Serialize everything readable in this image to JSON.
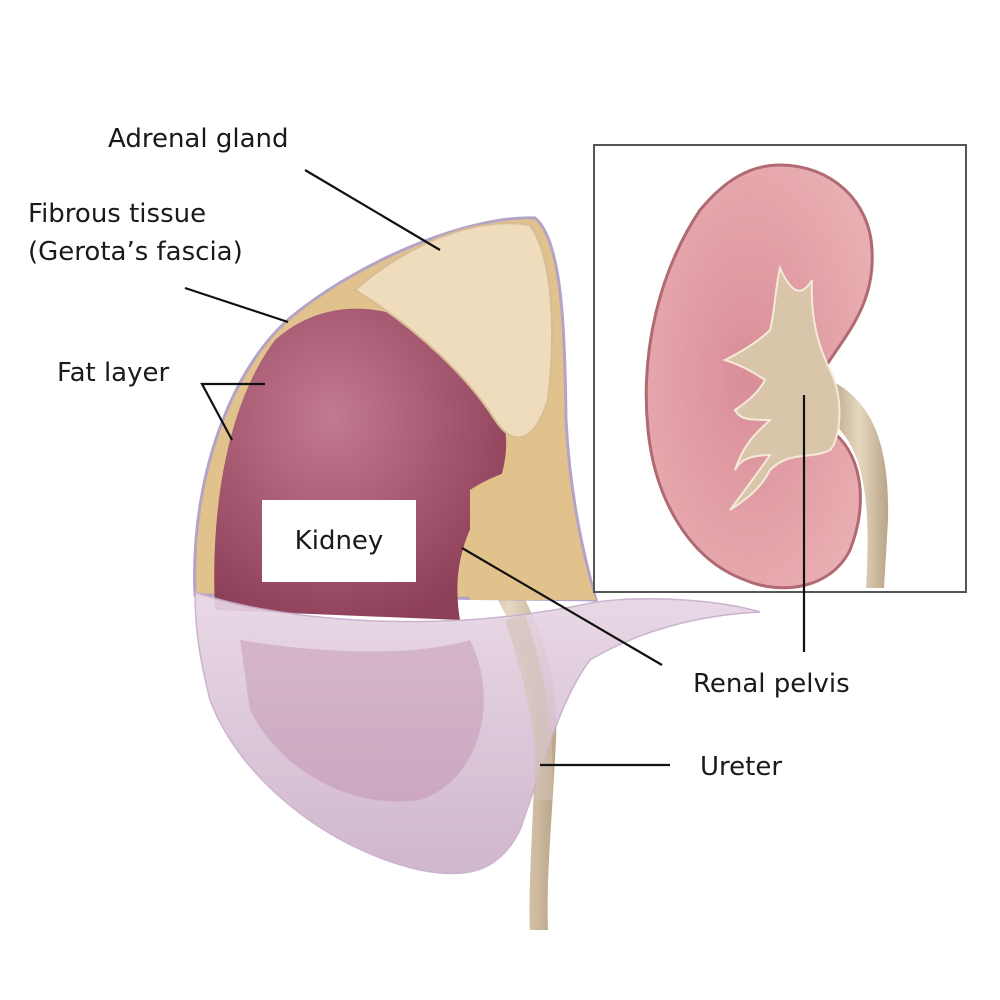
{
  "labels": {
    "adrenal_gland": "Adrenal gland",
    "fibrous_tissue_line1": "Fibrous tissue",
    "fibrous_tissue_line2": "(Gerota’s fascia)",
    "fat_layer": "Fat layer",
    "kidney": "Kidney",
    "renal_pelvis": "Renal pelvis",
    "ureter": "Ureter"
  },
  "colors": {
    "kidney": "#a8566f",
    "fat": "#e8cfa0",
    "adrenal": "#efdcbc",
    "fascia": "#d9c3d6",
    "kidney_section": "#e3a0a6",
    "pelvis": "#d9c6aa",
    "leader_line": "#111111",
    "inset_border": "#555555"
  }
}
